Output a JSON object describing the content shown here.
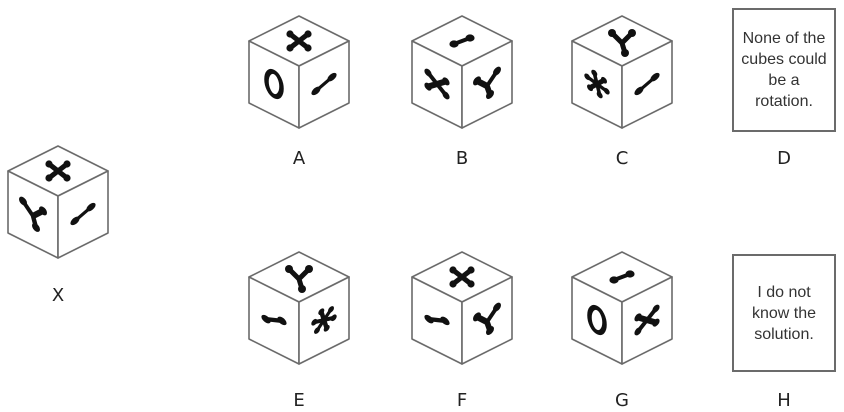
{
  "cubes": [
    {
      "id": "X",
      "label": "X",
      "faces": {
        "top": "x",
        "left": "tripod",
        "right": "bone"
      }
    },
    {
      "id": "A",
      "label": "A",
      "faces": {
        "top": "x",
        "left": "ring",
        "right": "bone"
      }
    },
    {
      "id": "B",
      "label": "B",
      "faces": {
        "top": "bone",
        "left": "x",
        "right": "tripod"
      }
    },
    {
      "id": "C",
      "label": "C",
      "faces": {
        "top": "tripod",
        "left": "star",
        "right": "bone"
      }
    },
    {
      "id": "E",
      "label": "E",
      "faces": {
        "top": "tripod",
        "left": "bone",
        "right": "star"
      }
    },
    {
      "id": "F",
      "label": "F",
      "faces": {
        "top": "x",
        "left": "bone",
        "right": "tripod"
      }
    },
    {
      "id": "G",
      "label": "G",
      "faces": {
        "top": "bone",
        "left": "ring",
        "right": "x"
      }
    }
  ],
  "text_options": [
    {
      "id": "D",
      "label": "D",
      "text": "None of the cubes could be a rotation."
    },
    {
      "id": "H",
      "label": "H",
      "text": "I do not know the solution."
    }
  ]
}
